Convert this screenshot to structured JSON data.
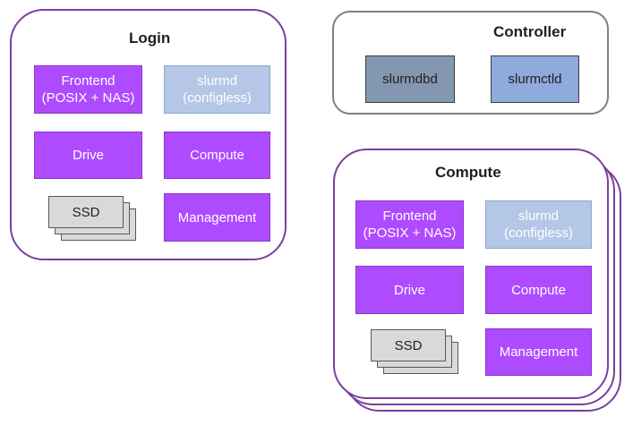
{
  "colors": {
    "group_border": "#7a3f9d",
    "controller_border": "#7f7f7f",
    "purple_box": "#ae4bff",
    "light_blue_box": "#b4c7e7",
    "slate_box": "#8497b0",
    "blue_box": "#8faadc",
    "ssd_box": "#d9d9d9"
  },
  "login": {
    "title": "Login",
    "frontend": "Frontend\n(POSIX + NAS)",
    "slurmd": "slurmd\n(configless)",
    "drive": "Drive",
    "compute": "Compute",
    "ssd": "SSD",
    "management": "Management"
  },
  "controller": {
    "title": "Controller",
    "slurmdbd": "slurmdbd",
    "slurmctld": "slurmctld"
  },
  "compute": {
    "title": "Compute",
    "frontend": "Frontend\n(POSIX + NAS)",
    "slurmd": "slurmd\n(configless)",
    "drive": "Drive",
    "compute": "Compute",
    "ssd": "SSD",
    "management": "Management"
  }
}
